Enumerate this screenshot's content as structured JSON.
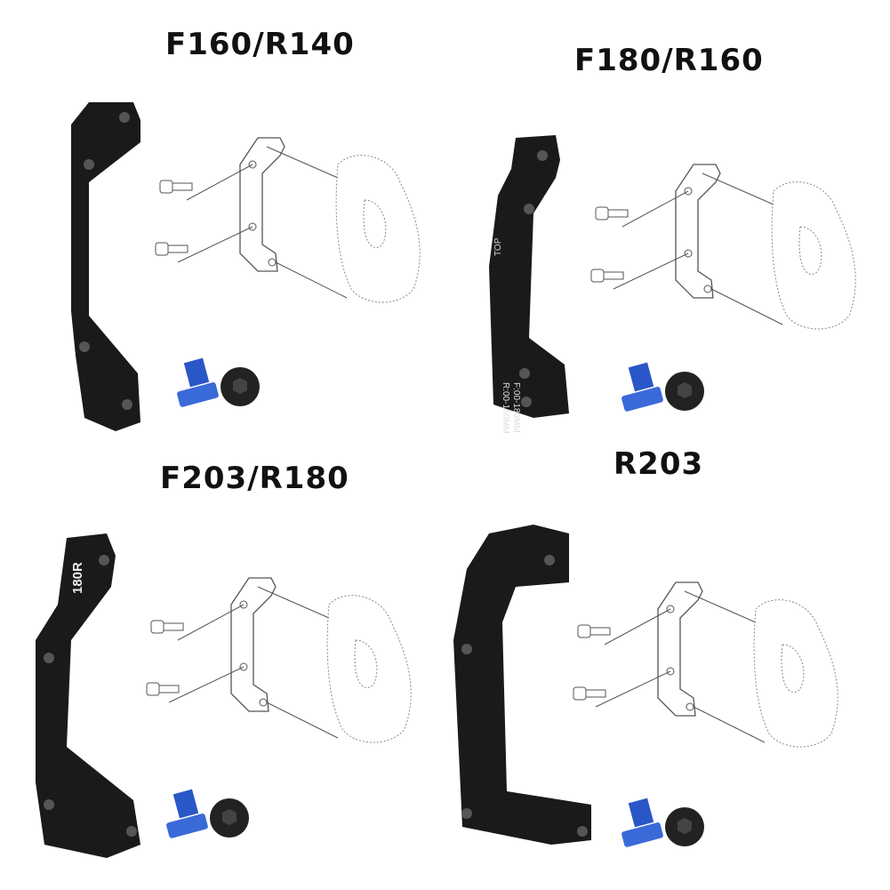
{
  "panels": [
    {
      "label": "F160/R140"
    },
    {
      "label": "F180/R160",
      "etch_top": "TOP",
      "etch_front": "F:00-180MM",
      "etch_rear": "R:00-160MM"
    },
    {
      "label": "F203/R180",
      "etch_size": "180R"
    },
    {
      "label": "R203"
    }
  ],
  "colors": {
    "adapter": "#1a1a1a",
    "bolt_thread": "#3a6ad8",
    "text": "#111111"
  }
}
